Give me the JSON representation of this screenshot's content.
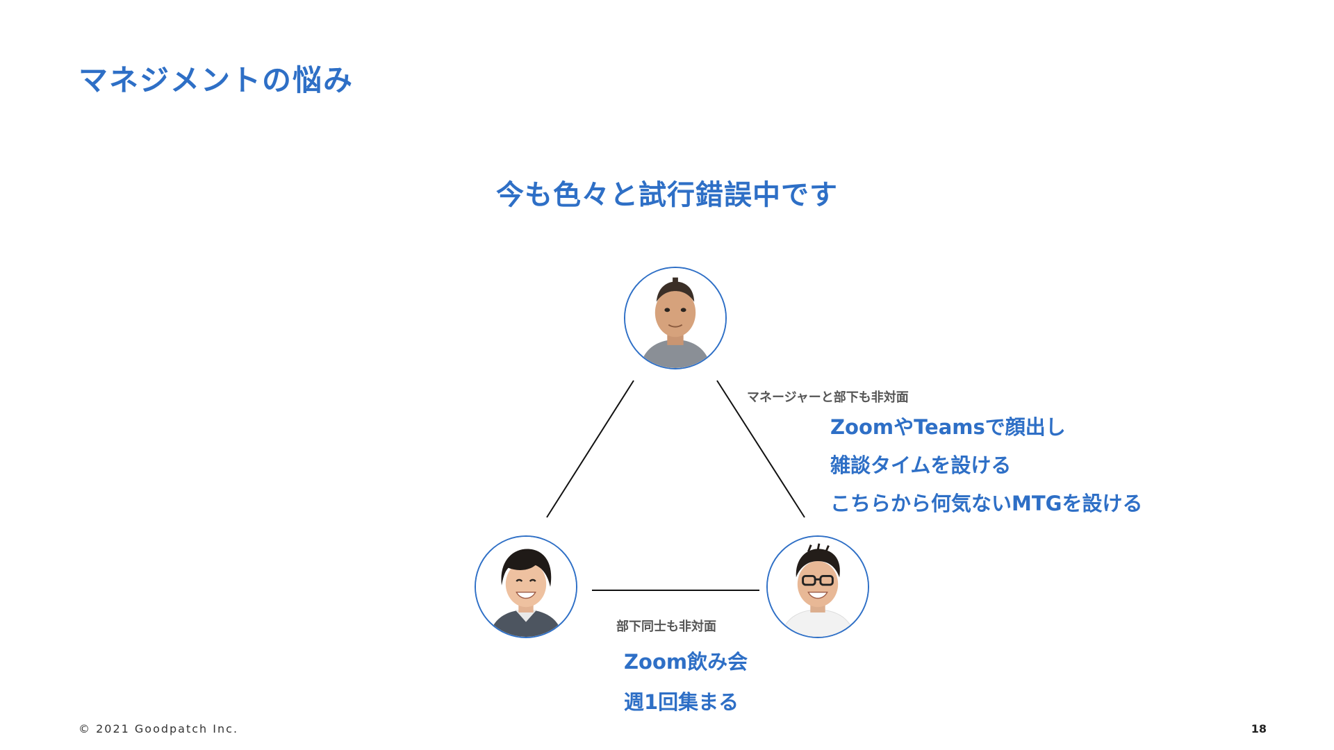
{
  "slide": {
    "title": "マネジメントの悩み",
    "headline": "今も色々と試行錯誤中です",
    "accent_color": "#2e6fc6"
  },
  "manager_relation": {
    "label": "マネージャーと部下も非対面",
    "items": [
      "ZoomやTeamsで顔出し",
      "雑談タイムを設ける",
      "こちらから何気ないMTGを設ける"
    ]
  },
  "peer_relation": {
    "label": "部下同士も非対面",
    "items": [
      "Zoom飲み会",
      "週1回集まる"
    ]
  },
  "people": [
    {
      "role": "manager",
      "icon": "person-photo-icon"
    },
    {
      "role": "member",
      "icon": "person-photo-icon"
    },
    {
      "role": "member",
      "icon": "person-photo-icon"
    }
  ],
  "footer": {
    "copyright": "© 2021 Goodpatch Inc.",
    "page_number": "18"
  }
}
